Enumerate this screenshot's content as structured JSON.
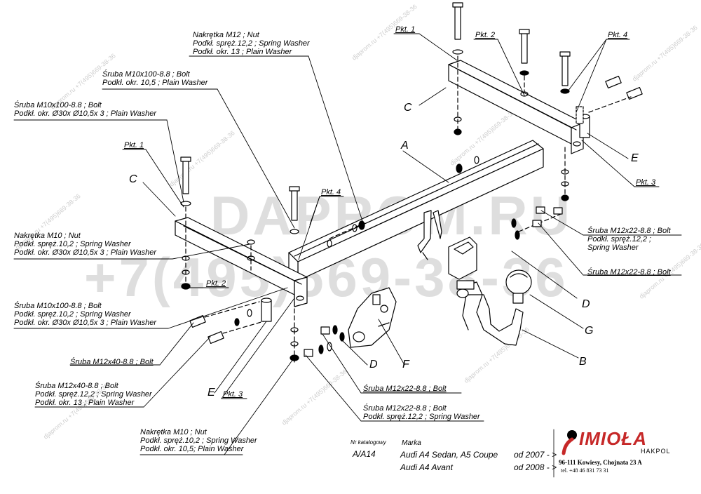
{
  "watermark": {
    "site": "djaprom.ru",
    "phone": "+7(495)669-38-36",
    "big_text": "DAPROM.RU",
    "big_phone": "+7(495)669-38-36"
  },
  "labels": {
    "nut_m12_1": "Nakrętka  M12 ; Nut",
    "nut_m12_2": "Podkł. spręż.12,2 ; Spring Washer",
    "nut_m12_3": "Podkł. okr. 13 ; Plain Washer",
    "bolt_m10_a_1": "Śruba M10x100-8.8 ;  Bolt",
    "bolt_m10_a_2": "Podkł. okr.  10,5 ; Plain Washer",
    "bolt_m10_b_1": "Śruba M10x100-8.8 ;  Bolt",
    "bolt_m10_b_2": "Podkł. okr.  Ø30x Ø10,5x 3 ; Plain Washer",
    "nut_m10_1": "Nakrętka  M10 ; Nut",
    "nut_m10_2": "Podkł. spręż.10,2 ; Spring Washer",
    "nut_m10_3": "Podkł. okr.  Ø30x Ø10,5x 3 ; Plain Washer",
    "bolt_m10_c_1": "Śruba M10x100-8.8 ;  Bolt",
    "bolt_m10_c_2": "Podkł. spręż.10,2 ; Spring Washer",
    "bolt_m10_c_3": "Podkł. okr.  Ø30x Ø10,5x 3 ; Plain Washer",
    "bolt_m12x40_a": "Śruba M12x40-8.8 ;  Bolt",
    "bolt_m12x40_b_1": "Śruba M12x40-8.8 ;  Bolt",
    "bolt_m12x40_b_2": "Podkł. spręż.12,2 ; Spring Washer",
    "bolt_m12x40_b_3": "Podkł. okr. 13 ; Plain Washer",
    "nut_m10_b_1": "Nakrętka  M10 ; Nut",
    "nut_m10_b_2": "Podkł. spręż.10,2 ; Spring Washer",
    "nut_m10_b_3": "Podkł. okr.  10,5; Plain Washer",
    "bolt_m12x22_a": "Śruba M12x22-8.8 ;  Bolt",
    "bolt_m12x22_b_1": "Śruba M12x22-8.8 ;  Bolt",
    "bolt_m12x22_b_2": "Podkł. spręż.12,2 ; Spring Washer",
    "bolt_m12x22_c_1": "Śruba M12x22-8.8 ;  Bolt",
    "bolt_m12x22_c_2": "Podkł. spręż.12,2 ;",
    "bolt_m12x22_c_3": "Spring Washer",
    "bolt_m12x22_d": "Śruba M12x22-8.8 ;  Bolt",
    "pkt1_top": "Pkt. 1",
    "pkt2_top": "Pkt. 2",
    "pkt4_top": "Pkt. 4",
    "pkt1_left": "Pkt. 1",
    "pkt4_mid": "Pkt. 4",
    "pkt2_left": "Pkt. 2",
    "pkt3_right": "Pkt. 3",
    "pkt3_bottom": "Pkt. 3"
  },
  "letters": {
    "A": "A",
    "B": "B",
    "C_top": "C",
    "C_left": "C",
    "D_right": "D",
    "D_bottom": "D",
    "E_right": "E",
    "E_bottom": "E",
    "F": "F",
    "G": "G"
  },
  "title_block": {
    "catalog_label": "Nr katalogowy",
    "catalog_no": "A/A14",
    "brand_label": "Marka",
    "model_1": "Audi A4 Sedan, A5 Coupe",
    "model_2": "Audi A4 Avant",
    "date_1": "od 2007 - >",
    "date_2": "od 2008 - >"
  },
  "company": {
    "logo": "IMIOŁA",
    "sub": "HAKPOL",
    "address": "96-111 Kowiesy, Chojnata 23 A",
    "phone": "tel. +48 46 831 73 31"
  },
  "colors": {
    "line": "#000000",
    "logo_red": "#c62828",
    "watermark": "#b8b8b8"
  }
}
